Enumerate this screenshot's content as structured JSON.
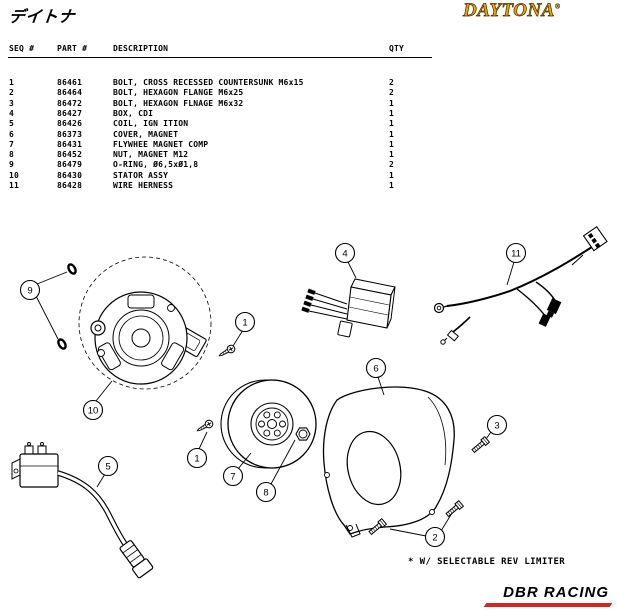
{
  "header": {
    "logo_jp": "デイトナ",
    "logo_en": "DAYTONA",
    "reg_mark": "®"
  },
  "table": {
    "col_seq": "SEQ #",
    "col_part": "PART #",
    "col_desc": "DESCRIPTION",
    "col_qty": "QTY",
    "rows": [
      {
        "seq": "1",
        "part": "86461",
        "desc": "BOLT, CROSS RECESSED COUNTERSUNK M6x15",
        "qty": "2"
      },
      {
        "seq": "2",
        "part": "86464",
        "desc": "BOLT, HEXAGON FLANGE M6x25",
        "qty": "2"
      },
      {
        "seq": "3",
        "part": "86472",
        "desc": "BOLT, HEXAGON FLNAGE M6x32",
        "qty": "1"
      },
      {
        "seq": "4",
        "part": "86427",
        "desc": "BOX, CDI",
        "qty": "1"
      },
      {
        "seq": "5",
        "part": "86426",
        "desc": "COIL, IGN ITION",
        "qty": "1"
      },
      {
        "seq": "6",
        "part": "86373",
        "desc": "COVER, MAGNET",
        "qty": "1"
      },
      {
        "seq": "7",
        "part": "86431",
        "desc": "FLYWHEE MAGNET COMP",
        "qty": "1"
      },
      {
        "seq": "8",
        "part": "86452",
        "desc": "NUT, MAGNET M12",
        "qty": "1"
      },
      {
        "seq": "9",
        "part": "86479",
        "desc": "O-RING, Ø6,5xØ1,8",
        "qty": "2"
      },
      {
        "seq": "10",
        "part": "86430",
        "desc": "STATOR ASSY",
        "qty": "1"
      },
      {
        "seq": "11",
        "part": "86428",
        "desc": "WIRE HERNESS",
        "qty": "1"
      }
    ]
  },
  "diagram": {
    "callouts": {
      "c1": "1",
      "c2": "2",
      "c3": "3",
      "c4": "4",
      "c5": "5",
      "c6": "6",
      "c7": "7",
      "c8": "8",
      "c9": "9",
      "c10": "10",
      "c11": "11"
    },
    "note": "* W/ SELECTABLE REV LIMITER"
  },
  "footer": {
    "brand": "DBR RACING"
  },
  "colors": {
    "daytona_orange": "#F6A000",
    "brand_red": "#D8251E",
    "ink": "#000000"
  }
}
